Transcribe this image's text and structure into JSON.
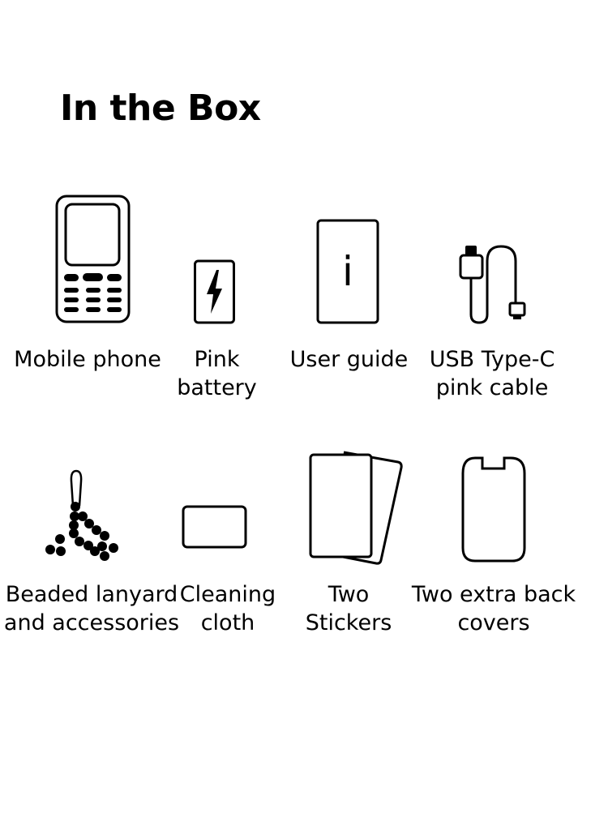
{
  "title": "In the Box",
  "items": [
    {
      "icon": "mobile-phone-icon",
      "lines": [
        "Mobile phone"
      ]
    },
    {
      "icon": "battery-icon",
      "lines": [
        "Pink",
        "battery"
      ]
    },
    {
      "icon": "user-guide-icon",
      "lines": [
        "User guide"
      ],
      "icon_text": "i"
    },
    {
      "icon": "usb-cable-icon",
      "lines": [
        "USB Type-C",
        "pink cable"
      ]
    },
    {
      "icon": "lanyard-icon",
      "lines": [
        "Beaded lanyard",
        "and accessories"
      ]
    },
    {
      "icon": "cleaning-cloth-icon",
      "lines": [
        "Cleaning",
        "cloth"
      ]
    },
    {
      "icon": "stickers-icon",
      "lines": [
        "Two",
        "Stickers"
      ]
    },
    {
      "icon": "back-cover-icon",
      "lines": [
        "Two extra back",
        "covers"
      ]
    }
  ]
}
